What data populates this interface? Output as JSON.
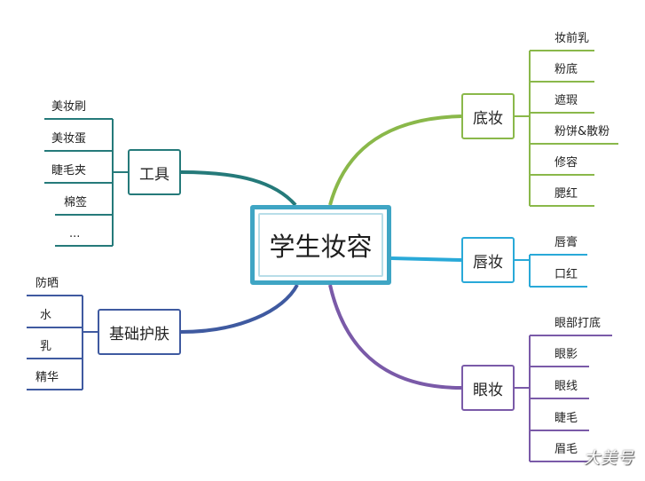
{
  "center": {
    "label": "学生妆容",
    "color": "#3fa5c4"
  },
  "branches": {
    "base": {
      "label": "底妆",
      "color": "#8ab84a",
      "leaves": [
        "妆前乳",
        "粉底",
        "遮瑕",
        "粉饼&散粉",
        "修容",
        "腮红"
      ]
    },
    "lips": {
      "label": "唇妆",
      "color": "#29a9d8",
      "leaves": [
        "唇膏",
        "口红"
      ]
    },
    "eyes": {
      "label": "眼妆",
      "color": "#7a5aa8",
      "leaves": [
        "眼部打底",
        "眼影",
        "眼线",
        "睫毛",
        "眉毛"
      ]
    },
    "tools": {
      "label": "工具",
      "color": "#257a7a",
      "leaves": [
        "美妆刷",
        "美妆蛋",
        "睫毛夹",
        "棉签",
        "..."
      ]
    },
    "skincare": {
      "label": "基础护肤",
      "color": "#3f5aa0",
      "leaves": [
        "防晒",
        "水",
        "乳",
        "精华"
      ]
    }
  },
  "watermark": "大美号"
}
